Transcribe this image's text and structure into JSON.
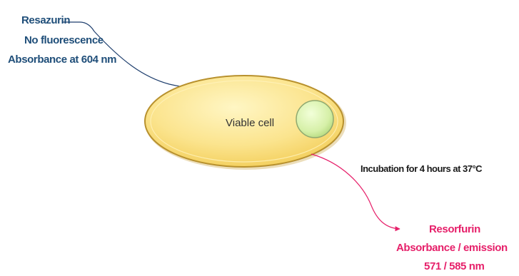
{
  "substrate": {
    "name": "Resazurin",
    "property": "No fluorescence",
    "absorbance": "Absorbance at 604 nm"
  },
  "cell": {
    "label": "Viable cell"
  },
  "incubation": {
    "label": "Incubation for 4 hours at 37°C"
  },
  "product": {
    "name": "Resorfurin",
    "property": "Absorbance / emission",
    "wavelengths": "571 / 585 nm"
  },
  "colors": {
    "substrate_text": "#1f4e79",
    "product_text": "#e6206a",
    "arrow_in": "#1f3f6e",
    "arrow_out": "#e6206a",
    "cell_fill": "#f7d774",
    "cell_outline": "#b8912e",
    "nucleus_fill": "#d6f0a8"
  }
}
